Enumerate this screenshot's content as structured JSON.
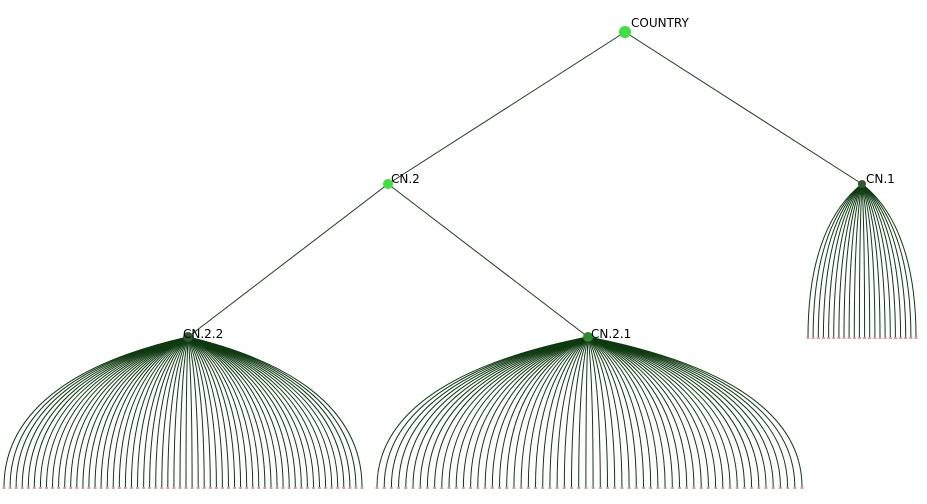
{
  "tree": {
    "nodes": [
      {
        "id": "root",
        "label": "COUNTRY",
        "color": "#3fe03f",
        "parent": null
      },
      {
        "id": "cn2",
        "label": "CN.2",
        "color": "#3fe03f",
        "parent": "root"
      },
      {
        "id": "cn1",
        "label": "CN.1",
        "color": "#2e5a2e",
        "parent": "root"
      },
      {
        "id": "cn22",
        "label": "CN.2.2",
        "color": "#2e5a2e",
        "parent": "cn2"
      },
      {
        "id": "cn21",
        "label": "CN.2.1",
        "color": "#2e8a2e",
        "parent": "cn2"
      }
    ],
    "leaf_color": "#b23a3a",
    "edge_color": "#1f3d1f"
  }
}
